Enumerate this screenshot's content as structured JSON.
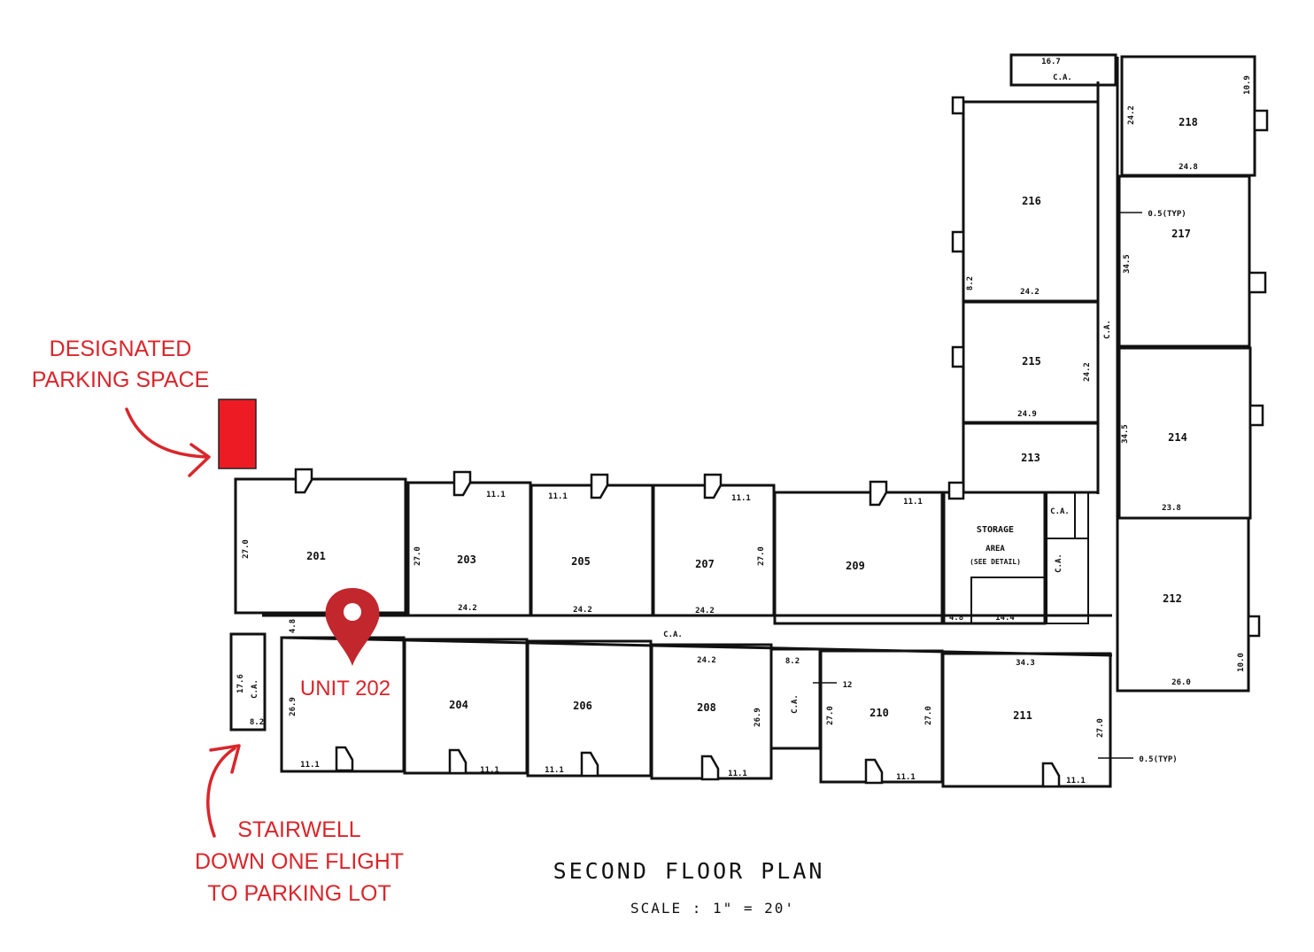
{
  "annotations": {
    "parking_line1": "DESIGNATED",
    "parking_line2": "PARKING SPACE",
    "unit_label": "UNIT 202",
    "stair_line1": "STAIRWELL",
    "stair_line2": "DOWN ONE FLIGHT",
    "stair_line3": "TO PARKING LOT"
  },
  "plan": {
    "title": "SECOND FLOOR PLAN",
    "scale": "SCALE : 1\" = 20'"
  },
  "rooms": {
    "r201": "201",
    "r203": "203",
    "r205": "205",
    "r207": "207",
    "r209": "209",
    "r204": "204",
    "r206": "206",
    "r208": "208",
    "r210": "210",
    "r211": "211",
    "r212": "212",
    "r213": "213",
    "r214": "214",
    "r215": "215",
    "r216": "216",
    "r217": "217",
    "r218": "218",
    "storage1": "STORAGE",
    "storage2": "AREA",
    "storage3": "(SEE DETAIL)"
  },
  "dims": {
    "ca": "C.A.",
    "d270": "27.0",
    "d242": "24.2",
    "d343": "34.3",
    "d269": "26.9",
    "d111": "11.1",
    "d144": "14.4",
    "d249": "24.9",
    "d248": "24.8",
    "d260": "26.0",
    "d345": "34.5",
    "d238": "23.8",
    "d82": "8.2",
    "d48": "4.8",
    "d176": "17.6",
    "d109": "10.9",
    "d12": "12",
    "d05": "0.5(TYP)",
    "d167": "16.7",
    "d100": "10.0"
  },
  "colors": {
    "annotation_red": "#d9262b",
    "ink": "#111111"
  }
}
